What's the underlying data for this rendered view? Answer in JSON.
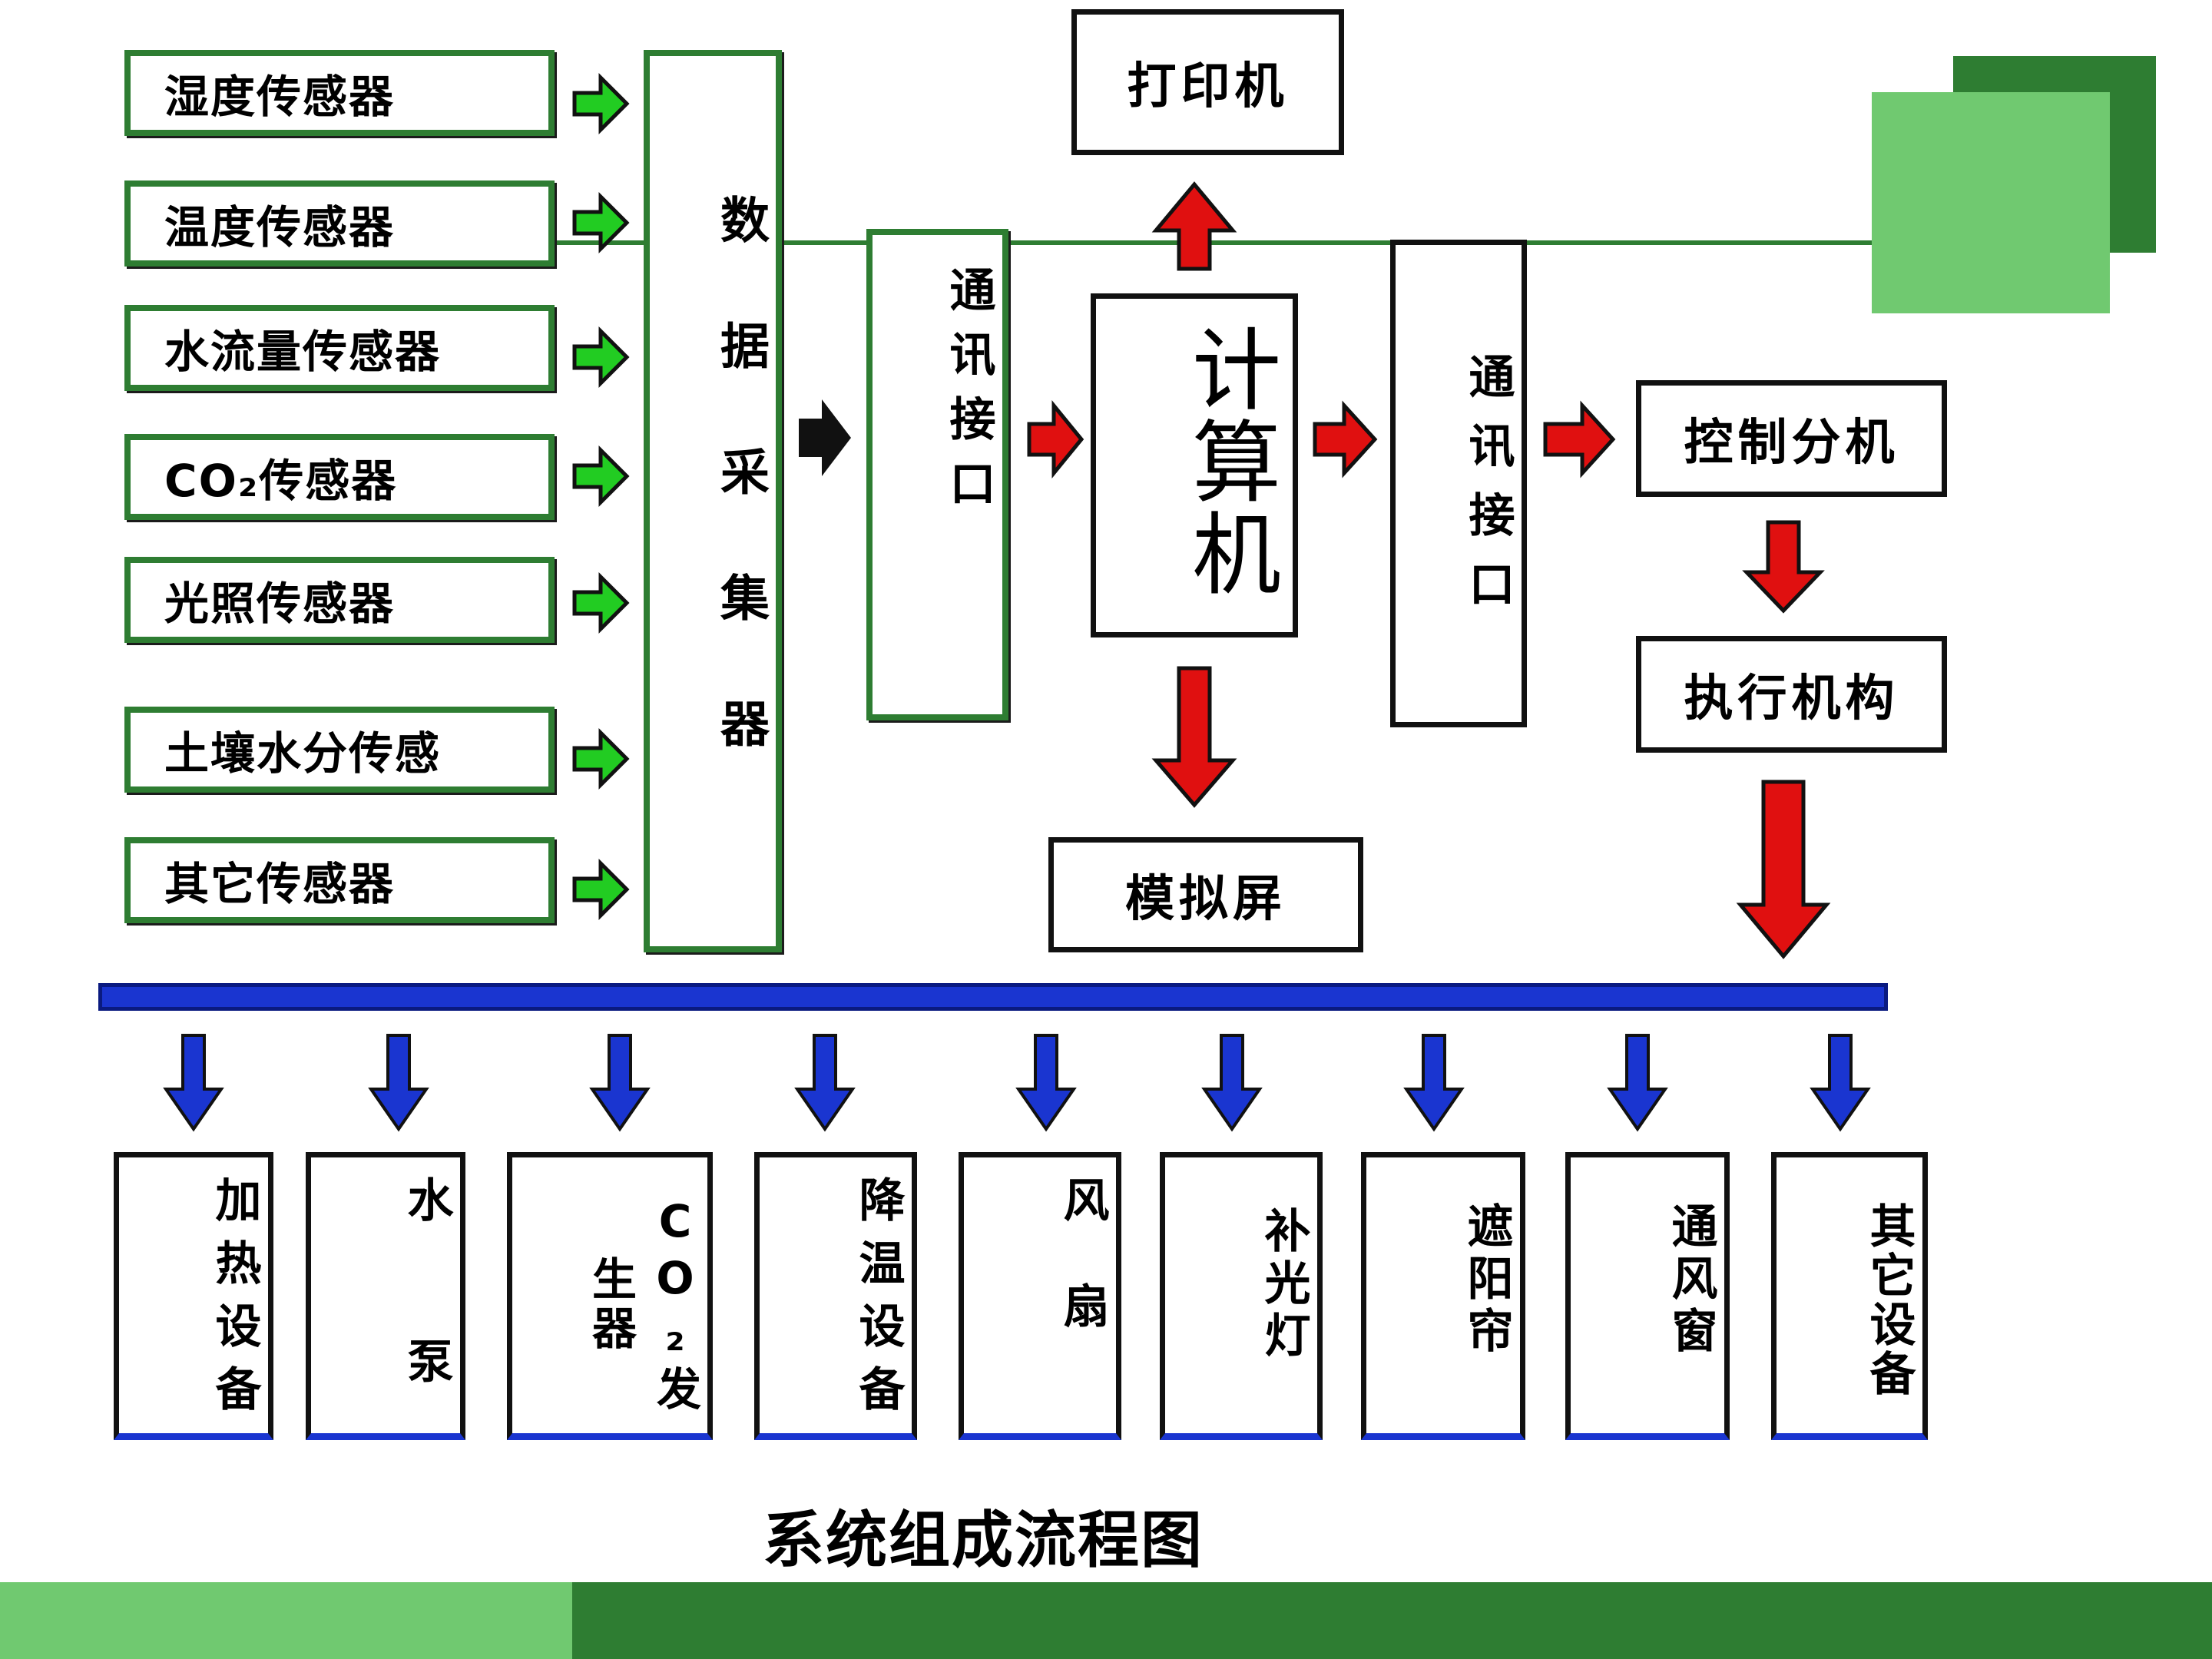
{
  "colors": {
    "green_border": "#2e7d32",
    "green_arrow": "#22cc22",
    "red_arrow": "#e01010",
    "blue_bus": "#1a35d0",
    "deco_light_green": "#70c970",
    "deco_dark_green": "#2e7d32"
  },
  "sensors": [
    "湿度传感器",
    "温度传感器",
    "水流量传感器",
    "CO₂传感器",
    "光照传感器",
    "土壤水分传感",
    "其它传感器"
  ],
  "nodes": {
    "daq": "数据采集器",
    "comm_left": "通讯接口",
    "computer": "计算机",
    "comm_right": "通讯接口",
    "printer": "打印机",
    "display": "模拟屏",
    "controller": "控制分机",
    "actuator": "执行机构"
  },
  "devices": [
    "加热设备",
    "水 泵",
    "CO₂发生器",
    "降温设备",
    "风 扇",
    "补光灯",
    "遮阳帘",
    "通风窗",
    "其它设备"
  ],
  "caption": "系统组成流程图"
}
